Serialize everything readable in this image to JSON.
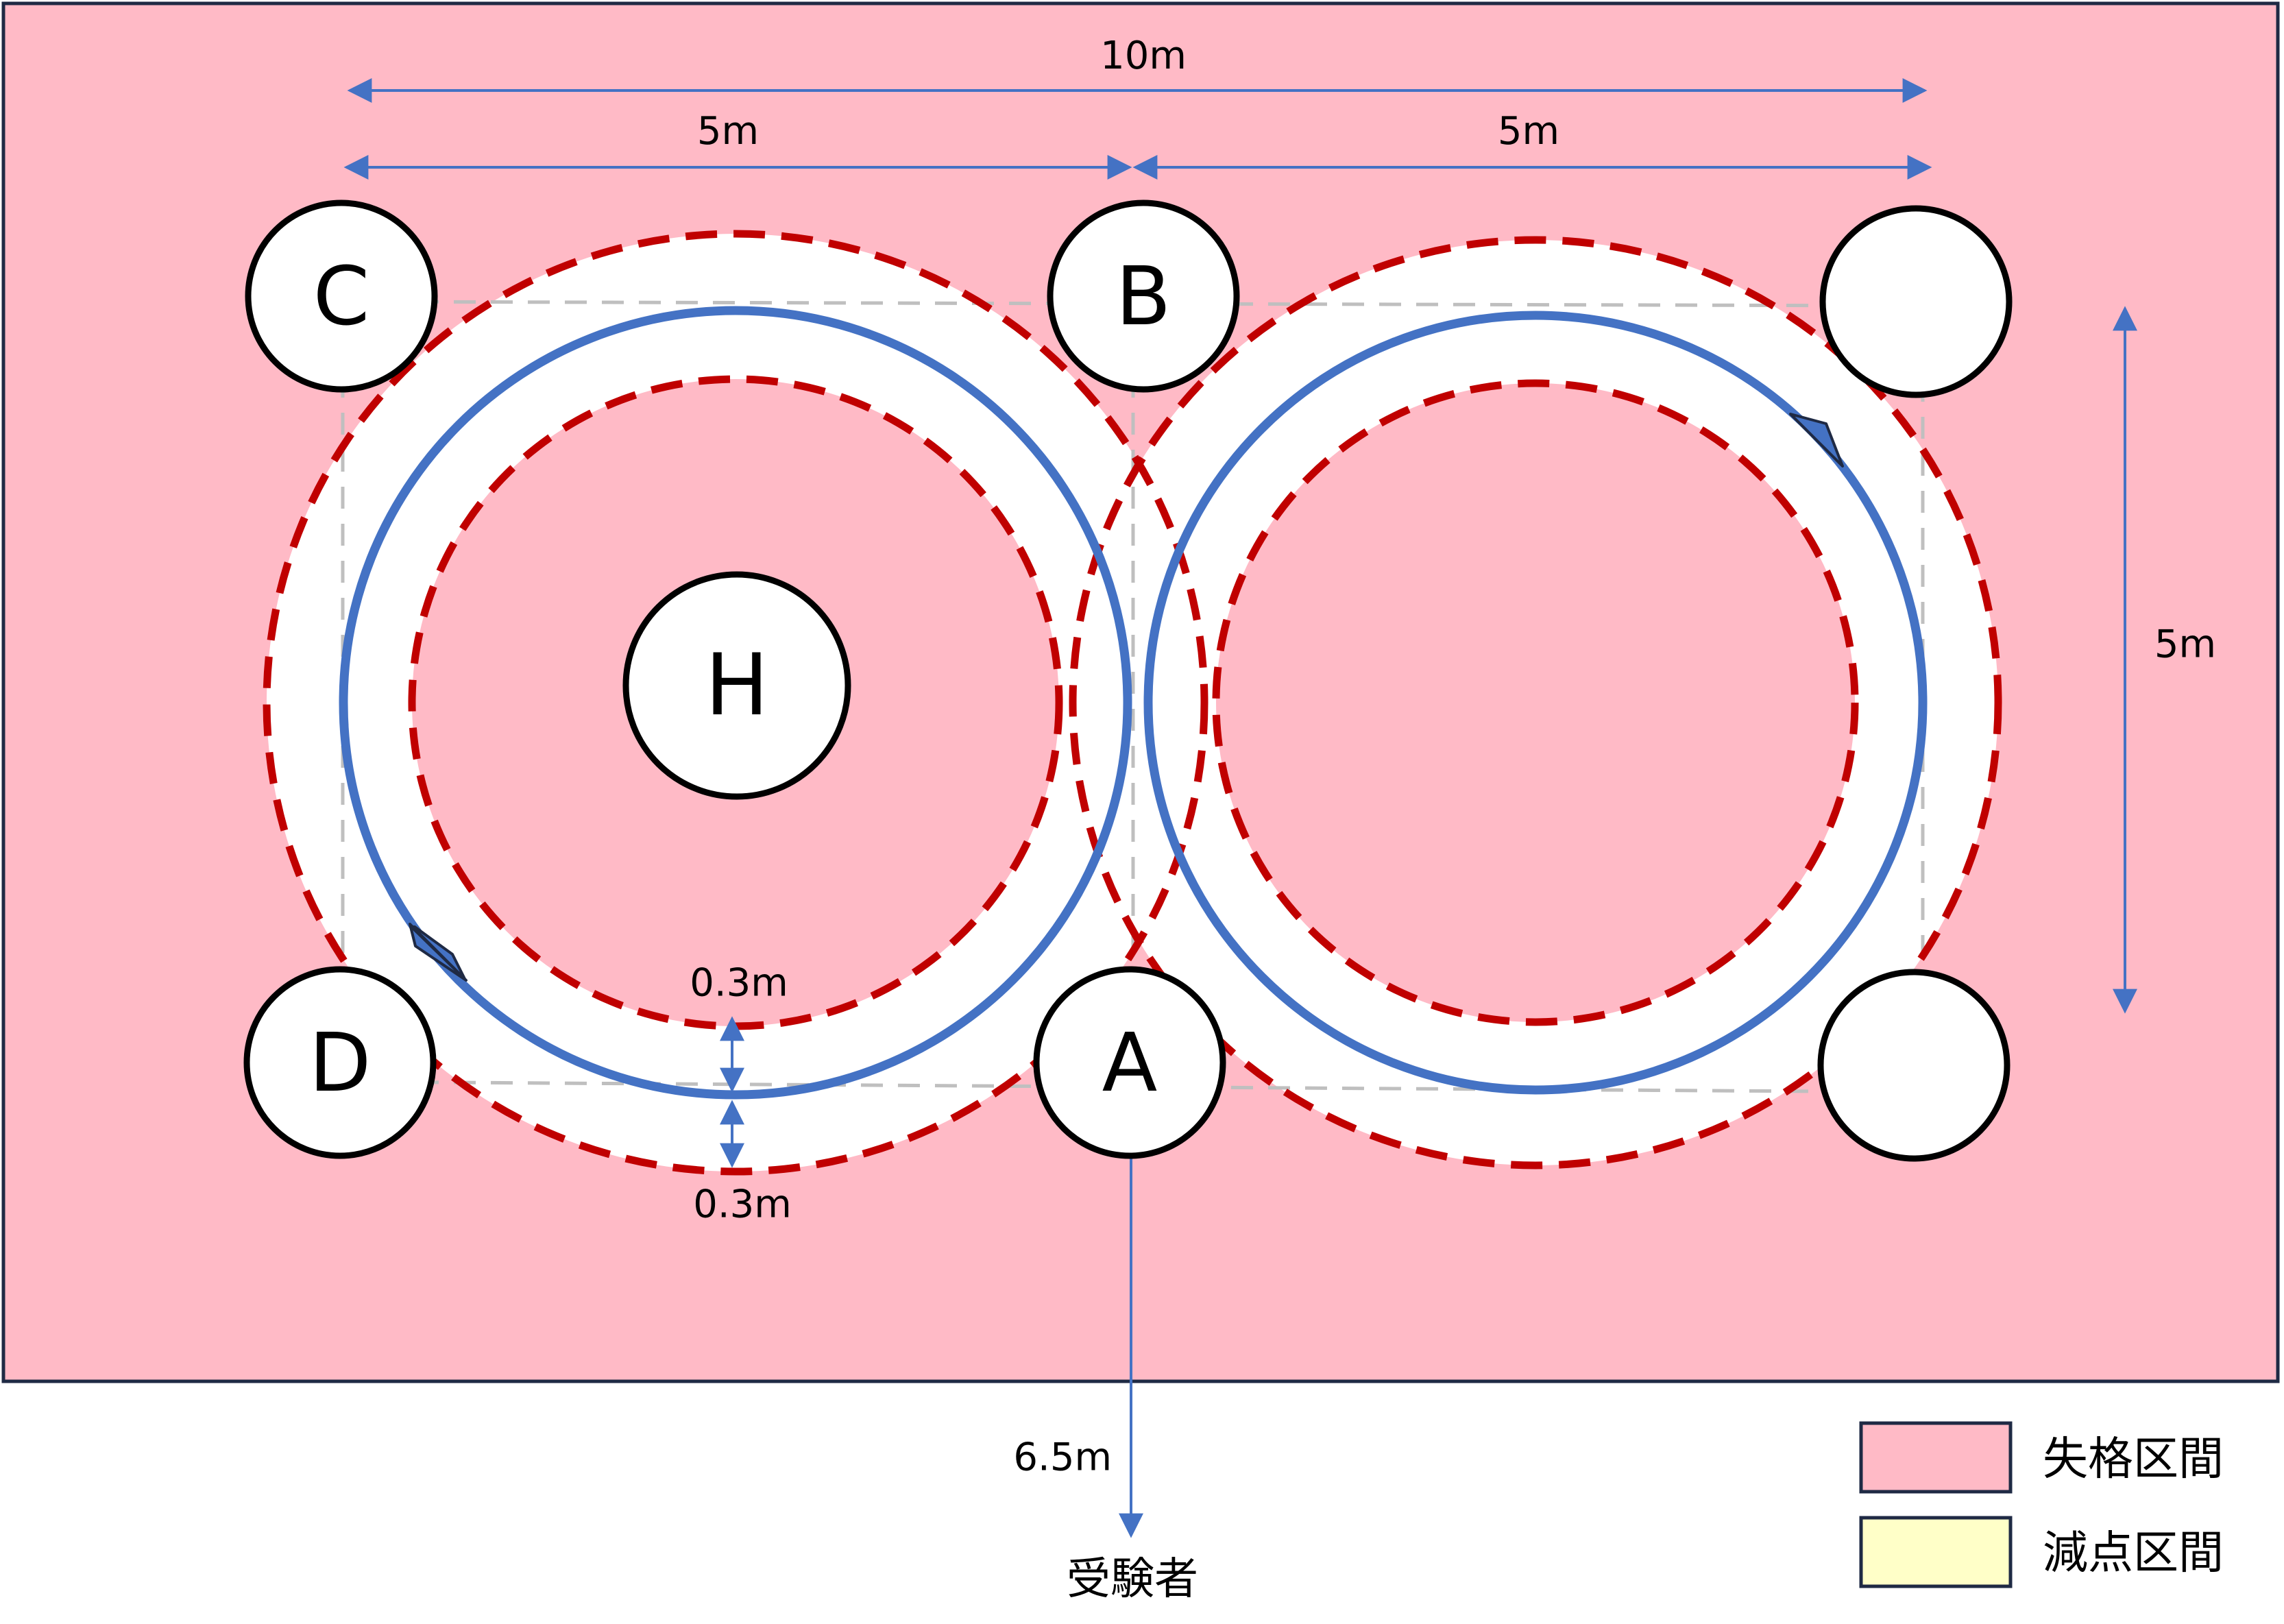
{
  "colors": {
    "disqualify_zone": "#FFBAC6",
    "deduction_zone": "#FFFFC8",
    "flight_path": "#4472C4",
    "boundary_dashed": "#C00000",
    "guide_dashed": "#BFBFBF",
    "dimension_line": "#4472C4",
    "outline": "#1F2A44"
  },
  "pylons": {
    "A": "A",
    "B": "B",
    "C": "C",
    "D": "D",
    "H": "H"
  },
  "dimensions": {
    "total_width": "10m",
    "left_width": "5m",
    "right_width": "5m",
    "height": "5m",
    "inner_margin": "0.3m",
    "outer_margin": "0.3m",
    "examinee_distance": "6.5m"
  },
  "examinee": "受験者",
  "legend": {
    "disqualify": "失格区間",
    "deduction": "減点区間"
  }
}
